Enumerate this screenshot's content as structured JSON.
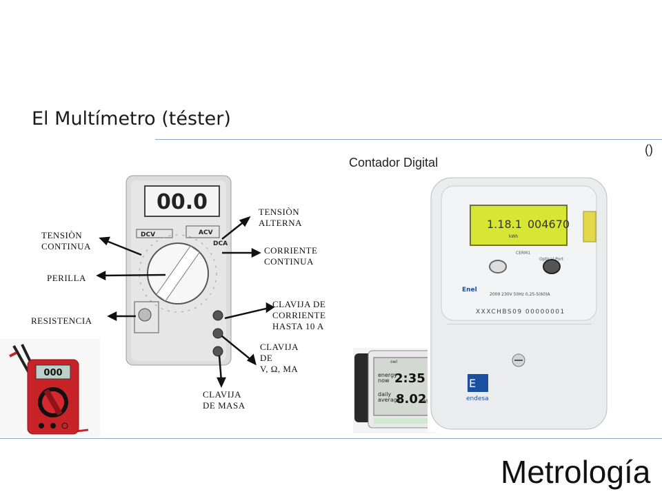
{
  "slide": {
    "title": "El Multímetro (téster)",
    "paren_note": "()",
    "meter_caption": "Contador Digital",
    "footer": "Metrología"
  },
  "multimeter_diagram": {
    "display": "00.0",
    "dial_sections": [
      "DCV",
      "ACV",
      "DCA"
    ],
    "labels": {
      "tension_continua": "TENSIÒN\nCONTINUA",
      "perilla": "PERILLA",
      "resistencia": "RESISTENCIA",
      "tension_alterna": "TENSIÒN\nALTERNA",
      "corriente_continua": "CORRIENTE\nCONTINUA",
      "clavija_corriente": "CLAVIJA DE\nCORRIENTE\nHASTA 10 A",
      "clavija_v": "CLAVIJA\nDE\nV, Ω, MA",
      "clavija_masa": "CLAVIJA\nDE MASA"
    }
  },
  "red_multimeter": {
    "display": "000"
  },
  "energy_monitor": {
    "brand": "owl",
    "energy_label": "energy\nnow",
    "energy_value": "2:35",
    "daily_label": "daily\naverage",
    "daily_value": "8.02",
    "unit": "kWh"
  },
  "smart_meter": {
    "lcd_left": "1.18.1",
    "lcd_right": "004670",
    "lcd_unit": "kWh",
    "model": "CERM1",
    "port_label": "Optical Port",
    "brand": "Enel",
    "spec_line": "2009   230V  50Hz   0,25-5(60)A",
    "barcode": "XXXCHBS09   00000001",
    "logo_text": "endesa"
  },
  "colors": {
    "accent_rule": "#8ea9c8",
    "lcd": "#d6e632",
    "red_meter": "#c9232a"
  }
}
